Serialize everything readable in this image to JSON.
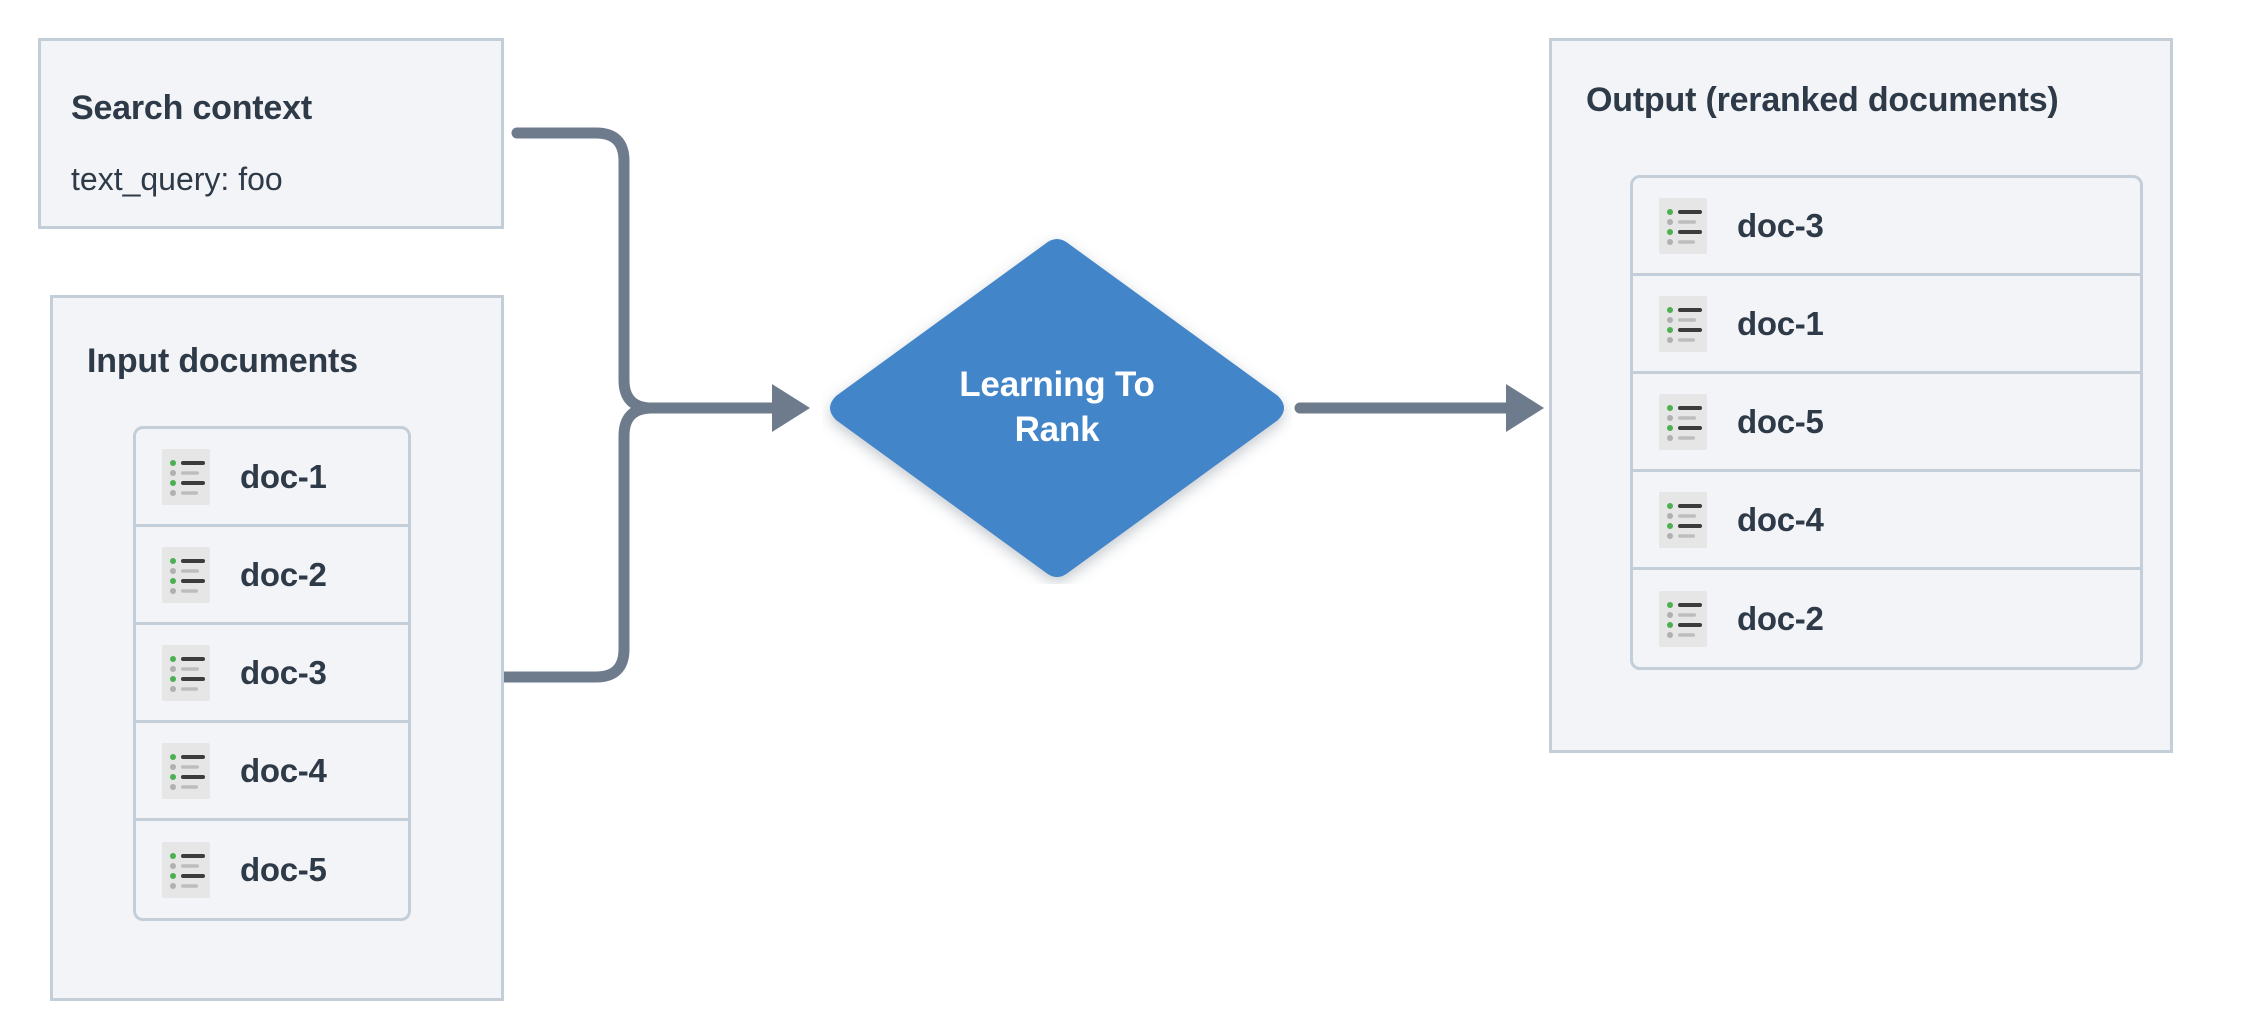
{
  "colors": {
    "panel_background": "#f2f4f7",
    "panel_border": "#c3ced9",
    "text": "#2e3a47",
    "node_fill": "#4285c8",
    "node_text": "#ffffff",
    "connector": "#6d7b8d",
    "icon_tile": "#e6e6e6",
    "icon_bullet_active": "#4caf50",
    "icon_bullet_muted": "#b0b0b0",
    "icon_bar_dark": "#3c3c3c",
    "icon_bar_light": "#bdbdbd"
  },
  "search_context": {
    "title": "Search context",
    "query_line": "text_query: foo"
  },
  "input_panel": {
    "title": "Input documents",
    "documents": [
      {
        "label": "doc-1",
        "icon": "document-list-icon"
      },
      {
        "label": "doc-2",
        "icon": "document-list-icon"
      },
      {
        "label": "doc-3",
        "icon": "document-list-icon"
      },
      {
        "label": "doc-4",
        "icon": "document-list-icon"
      },
      {
        "label": "doc-5",
        "icon": "document-list-icon"
      }
    ]
  },
  "process_node": {
    "shape": "diamond",
    "line1": "Learning To",
    "line2": "Rank"
  },
  "output_panel": {
    "title": "Output (reranked documents)",
    "documents": [
      {
        "label": "doc-3",
        "icon": "document-list-icon"
      },
      {
        "label": "doc-1",
        "icon": "document-list-icon"
      },
      {
        "label": "doc-5",
        "icon": "document-list-icon"
      },
      {
        "label": "doc-4",
        "icon": "document-list-icon"
      },
      {
        "label": "doc-2",
        "icon": "document-list-icon"
      }
    ]
  },
  "connectors": [
    {
      "name": "search-context-to-ltr",
      "from": "search_context",
      "to": "process_node"
    },
    {
      "name": "input-documents-to-ltr",
      "from": "input_panel",
      "to": "process_node"
    },
    {
      "name": "ltr-to-output",
      "from": "process_node",
      "to": "output_panel"
    }
  ]
}
